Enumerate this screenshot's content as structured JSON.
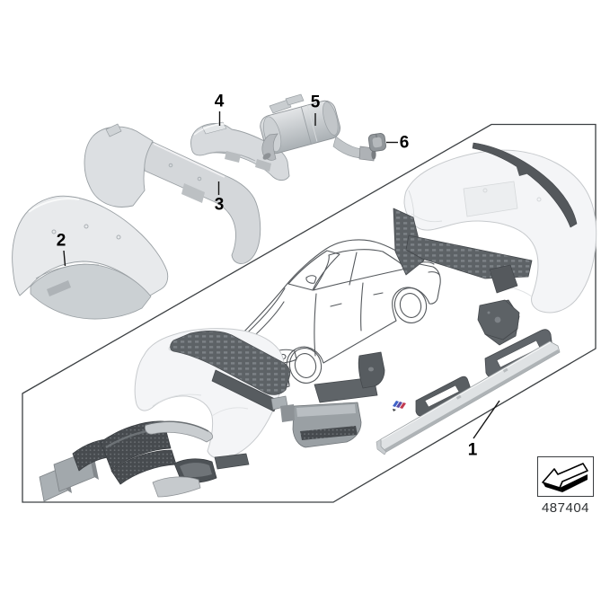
{
  "page": {
    "background": "#ffffff"
  },
  "diagram": {
    "type": "exploded-parts-diagram",
    "subject_icon": "sedan-car-outline-icon",
    "callouts": {
      "c1": "1",
      "c2": "2",
      "c3": "3",
      "c4": "4",
      "c5": "5",
      "c6": "6"
    },
    "part_code": "487404",
    "parts": [
      {
        "callout": "1",
        "icon": "side-skirt-icon"
      },
      {
        "callout": "2",
        "icon": "front-bumper-icon"
      },
      {
        "callout": "3",
        "icon": "rear-bumper-icon"
      },
      {
        "callout": "4",
        "icon": "rear-diffuser-icon"
      },
      {
        "callout": "5",
        "icon": "rear-muffler-icon"
      },
      {
        "callout": "6",
        "icon": "exhaust-clamp-icon"
      }
    ],
    "footer_icon": "fold-arrow-icon",
    "colors": {
      "outline": "#3c4043",
      "leader_line": "#141414",
      "part_light_grey": "#d9dcdf",
      "part_mid_grey": "#b2b7bb",
      "part_dark_grey": "#5c6165",
      "bumper_white": "#f4f5f7",
      "m_badge_blue": "#3f63c8",
      "m_badge_violet": "#5a4ba5",
      "m_badge_red": "#c23a50"
    }
  }
}
